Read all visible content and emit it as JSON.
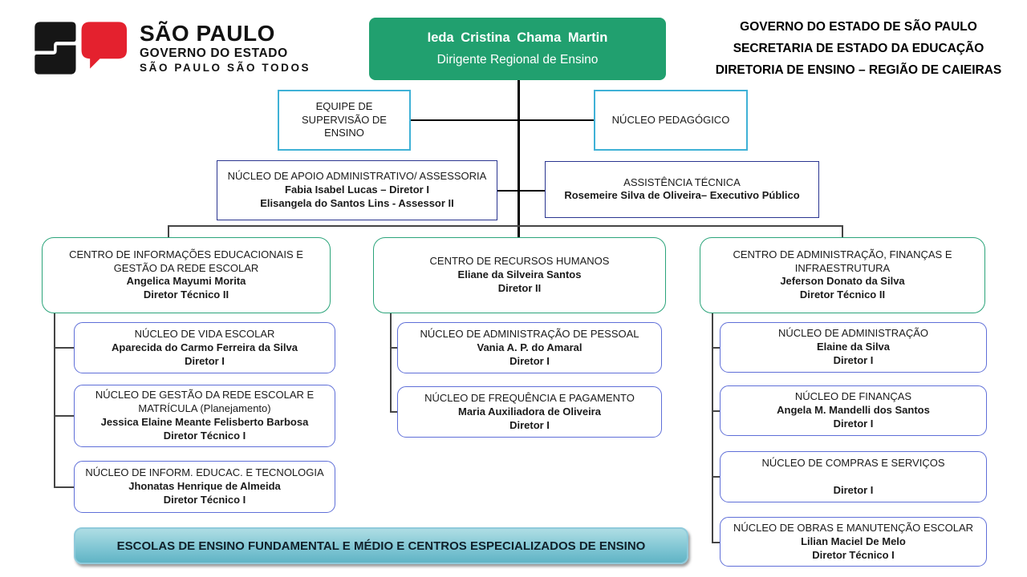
{
  "colors": {
    "root_green": "#21a06f",
    "center_border_green": "#2ba47a",
    "level2_border_cyan": "#3fb1d6",
    "level3_border_navy": "#2a3590",
    "nucleus_border_blue": "#5f6fd8",
    "footer_teal_top": "#aedde4",
    "footer_teal_bottom": "#60b4c5",
    "logo_red": "#e4212e",
    "logo_black": "#161616",
    "connector": "#454545"
  },
  "logo": {
    "title": "SÃO PAULO",
    "subtitle": "GOVERNO DO ESTADO",
    "tagline": "SÃO PAULO SÃO TODOS"
  },
  "header": {
    "line1": "GOVERNO DO ESTADO DE SÃO PAULO",
    "line2": "SECRETARIA DE ESTADO DA EDUCAÇÃO",
    "line3": "DIRETORIA DE ENSINO – REGIÃO DE CAIEIRAS"
  },
  "root": {
    "name": "Ieda Cristina  Chama Martin",
    "role": "Dirigente Regional de Ensino"
  },
  "level2": {
    "supervisao": {
      "title": "EQUIPE DE SUPERVISÃO DE ENSINO"
    },
    "pedagogico": {
      "title": "NÚCLEO PEDAGÓGICO"
    }
  },
  "level3": {
    "apoio": {
      "title": "NÚCLEO DE APOIO ADMINISTRATIVO/ ASSESSORIA",
      "line2": "Fabia Isabel Lucas – Diretor I",
      "line3": "Elisangela do Santos Lins -  Assessor II"
    },
    "assistencia": {
      "title": "ASSISTÊNCIA TÉCNICA",
      "line2": "Rosemeire Silva de Oliveira– Executivo Público"
    }
  },
  "centers": {
    "cie": {
      "title": "CENTRO DE INFORMAÇÕES EDUCACIONAIS E GESTÃO DA REDE ESCOLAR",
      "name": "Angelica Mayumi Morita",
      "role": "Diretor Técnico II"
    },
    "crh": {
      "title": "CENTRO DE RECURSOS HUMANOS",
      "name": "Eliane da Silveira Santos",
      "role": "Diretor II"
    },
    "caf": {
      "title": "CENTRO  DE ADMINISTRAÇÃO, FINANÇAS E INFRAESTRUTURA",
      "name": "Jeferson Donato da Silva",
      "role": "Diretor Técnico II"
    }
  },
  "nuclei": {
    "col1": [
      {
        "title": "NÚCLEO DE VIDA ESCOLAR",
        "name": "Aparecida do Carmo Ferreira da Silva",
        "role": "Diretor I"
      },
      {
        "title": "NÚCLEO DE GESTÃO DA REDE ESCOLAR E MATRÍCULA (Planejamento)",
        "name": "Jessica Elaine Meante Felisberto Barbosa",
        "role": "Diretor Técnico I"
      },
      {
        "title": "NÚCLEO DE INFORM. EDUCAC. E TECNOLOGIA",
        "name": "Jhonatas Henrique de Almeida",
        "role": "Diretor Técnico I"
      }
    ],
    "col2": [
      {
        "title": "NÚCLEO DE ADMINISTRAÇÃO DE PESSOAL",
        "name": "Vania A. P. do Amaral",
        "role": "Diretor I"
      },
      {
        "title": "NÚCLEO DE FREQUÊNCIA E PAGAMENTO",
        "name": "Maria Auxiliadora de Oliveira",
        "role": "Diretor I"
      }
    ],
    "col3": [
      {
        "title": "NÚCLEO DE ADMINISTRAÇÃO",
        "name": "Elaine da Silva",
        "role": "Diretor I"
      },
      {
        "title": "NÚCLEO DE FINANÇAS",
        "name": "Angela M. Mandelli dos Santos",
        "role": "Diretor I"
      },
      {
        "title": "NÚCLEO DE COMPRAS E SERVIÇOS",
        "name": "",
        "role": "Diretor I"
      },
      {
        "title": "NÚCLEO DE OBRAS E MANUTENÇÃO  ESCOLAR",
        "name": "Lilian Maciel De Melo",
        "role": "Diretor Técnico I"
      }
    ]
  },
  "footer": {
    "label": "ESCOLAS DE ENSINO  FUNDAMENTAL E MÉDIO E CENTROS ESPECIALIZADOS DE ENSINO"
  }
}
